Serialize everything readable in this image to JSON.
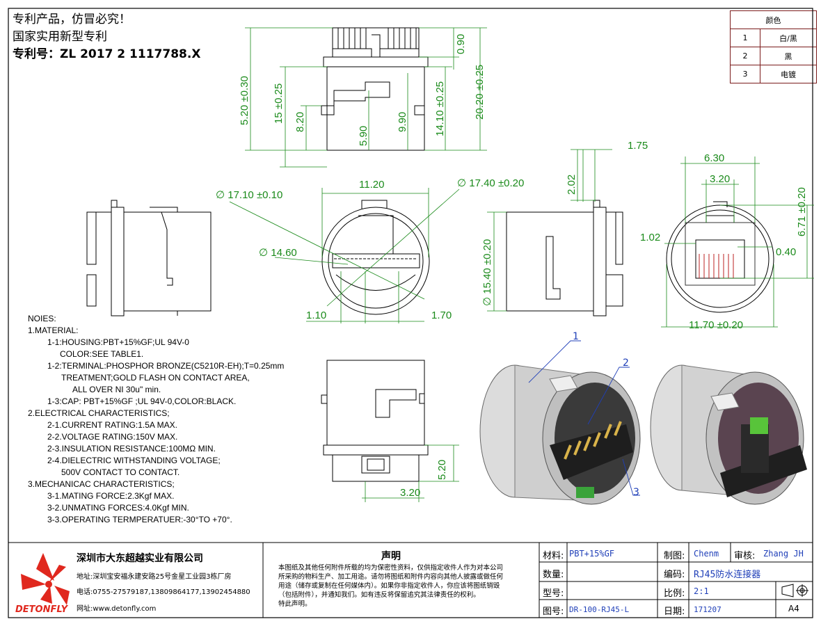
{
  "patent": {
    "line1": "专利产品，仿冒必究！",
    "line2": "国家实用新型专利",
    "line3": "专利号：ZL 2017 2 1117788.X"
  },
  "color_table": {
    "header": "颜色",
    "rows": [
      {
        "no": "1",
        "value": "白/黑"
      },
      {
        "no": "2",
        "value": "黑"
      },
      {
        "no": "3",
        "value": "电镀"
      }
    ]
  },
  "dimensions": {
    "top_0_90": "0.90",
    "top_5_20": "5.20 ±0.30",
    "top_15": "15 ±0.25",
    "top_8_20": "8.20",
    "top_5_90": "5.90",
    "top_9_90": "9.90",
    "top_14_10": "14.10 ±0.25",
    "top_20_20": "20.20 ±0.25",
    "front_17_10": "∅ 17.10 ±0.10",
    "front_11_20": "11.20",
    "front_17_40": "∅ 17.40 ±0.20",
    "front_14_60": "∅ 14.60",
    "front_1_10": "1.10",
    "front_1_70": "1.70",
    "side_1_75": "1.75",
    "side_2_02": "2.02",
    "side_15_40": "∅ 15.40 ±0.20",
    "end_6_30": "6.30",
    "end_3_20": "3.20",
    "end_6_71": "6.71 ±0.20",
    "end_1_02": "1.02",
    "end_0_40": "0.40",
    "end_11_70": "11.70 ±0.20",
    "bottom_5_20": "5.20",
    "bottom_3_20": "3.20"
  },
  "callouts": [
    "1",
    "2",
    "3"
  ],
  "notes": [
    "NOIES:",
    "1.MATERIAL:",
    "1-1:HOUSING:PBT+15%GF;UL 94V-0",
    "COLOR:SEE  TABLE1.",
    "1-2:TERMINAL:PHOSPHOR BRONZE(C5210R-EH);T=0.25mm",
    "TREATMENT;GOLD FLASH ON CONTACT AREA,",
    "ALL OVER NI 30u\" min.",
    "1-3:CAP: PBT+15%GF ;UL 94V-0,COLOR:BLACK.",
    "2.ELECTRICAL CHARACTERISTICS;",
    "2-1.CURRENT RATING:1.5A MAX.",
    "2-2.VOLTAGE RATING:150V MAX.",
    "2-3.INSULATION RESISTANCE:100MΩ MIN.",
    "2-4.DIELECTRIC WITHSTANDING VOLTAGE;",
    "500V CONTACT TO CONTACT.",
    "3.MECHANICAC CHARACTERISTICS;",
    "3-1.MATING FORCE:2.3Kgf MAX.",
    "3-2.UNMATING FORCES:4.0Kgf MIN.",
    "3-3.OPERATING TERMPERATUER:-30°TO +70°."
  ],
  "company": {
    "name": "深圳市大东超越实业有限公司",
    "address": "地址:深圳宝安福永建安路25号金星工业园3栋厂房",
    "phone": "电话:0755-27579187,13809864177,13902454880",
    "web": "网址:www.detonfly.com",
    "logo_text": "DETONFLY"
  },
  "statement": {
    "title": "声明",
    "lines": [
      "本图纸及其他任何附件所载的均为保密性资料，仅供指定收件人作为对本公司",
      "所采购的物料生产、加工用途。请勿将图纸和附件内容向其他人披露或做任何",
      "用途（储存或复制在任何媒体内）。如果你非指定收件人，你应该将图纸销毁",
      "（包括附件），并通知我们。如有违反将保留追究其法律责任的权利。",
      "特此声明。"
    ]
  },
  "title_block": {
    "material_label": "材料:",
    "material_value": "PBT+15%GF",
    "qty_label": "数量:",
    "qty_value": "",
    "model_label": "型号:",
    "model_value": "",
    "drawing_no_label": "图号:",
    "drawing_no_value": "DR-100-RJ45-L",
    "drawn_label": "制图:",
    "drawn_value": "Chenm",
    "review_label": "审核:",
    "review_value": "Zhang JH",
    "code_label": "编码:",
    "code_value": "RJ45防水连接器",
    "scale_label": "比例:",
    "scale_value": "2:1",
    "date_label": "日期:",
    "date_value": "171207",
    "sheet": "A4"
  },
  "colors": {
    "dimension": "#1a8a1a",
    "callout": "#1f3fb8",
    "table_border": "#7a1a1a",
    "logo": "#e0281e"
  }
}
